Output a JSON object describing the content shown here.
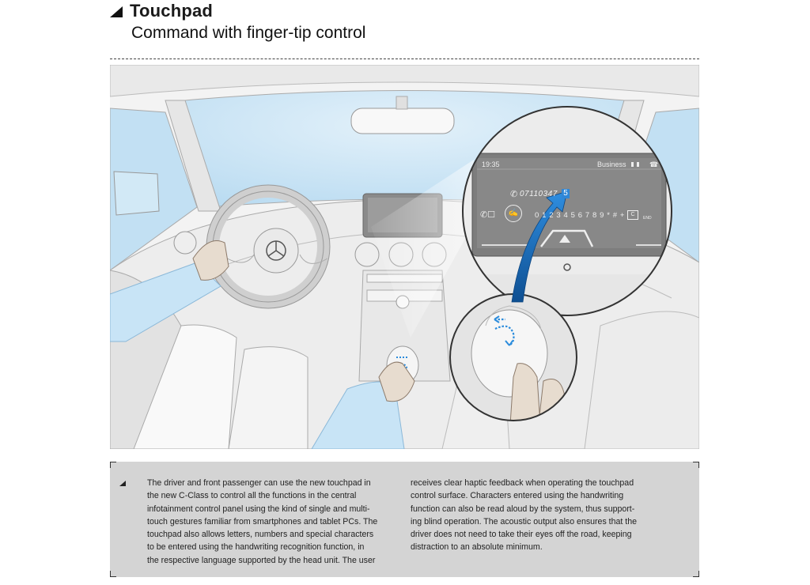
{
  "header": {
    "title": "Touchpad",
    "subtitle": "Command with finger-tip control"
  },
  "screen": {
    "time": "19:35",
    "profile": "Business",
    "dialed_number": "07110347",
    "highlight_digit": "5",
    "keypad": "0 1 2 3 4 5 6 7 8 9 * # +",
    "clear_key": "C",
    "end_key": "END"
  },
  "body_text": {
    "col1_lines": [
      "The driver and front passenger can use the new touchpad in",
      "the new C-Class to control all the functions in the central",
      "infotainment control panel using the kind of single and multi-",
      "touch gestures familiar from smartphones and tablet PCs. The",
      "touchpad also allows letters, numbers and special characters",
      "to be entered using the handwriting recognition function, in",
      "the respective language supported by the head unit. The user"
    ],
    "col2_lines": [
      "receives clear haptic feedback when operating the touchpad",
      "control surface. Characters entered using the handwriting",
      "function can also be read aloud by the system, thus support-",
      "ing blind operation. The acoustic output also ensures that the",
      "driver does not need to take their eyes off the road, keeping",
      "distraction to an absolute minimum."
    ]
  },
  "colors": {
    "sky": "#cfe6f5",
    "dash": "#efefef",
    "accent": "#1f78c8",
    "screen": "#7c7c7c",
    "textbox": "#d4d4d4"
  }
}
